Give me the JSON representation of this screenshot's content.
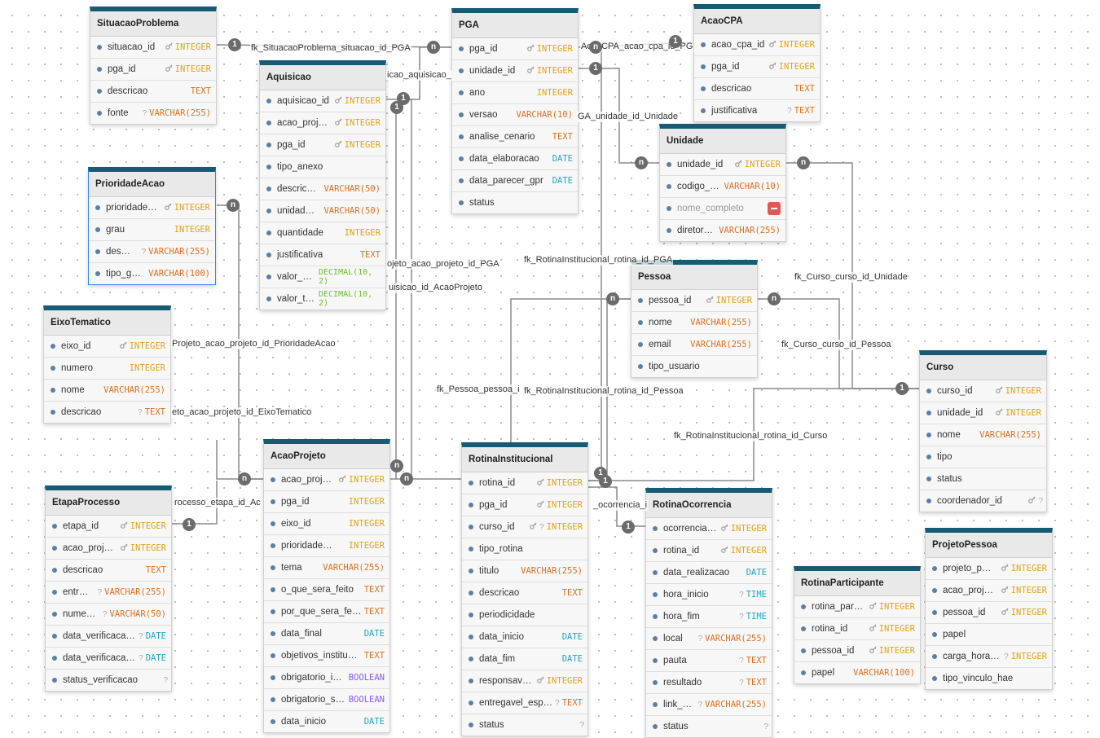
{
  "tables": [
    {
      "name": "SituacaoProblema",
      "fields": [
        {
          "name": "situacao_id",
          "key": true,
          "type": "INTEGER",
          "cat": "integer"
        },
        {
          "name": "pga_id",
          "key": true,
          "type": "INTEGER",
          "cat": "integer"
        },
        {
          "name": "descricao",
          "type": "TEXT",
          "cat": "text"
        },
        {
          "name": "fonte",
          "nullable": true,
          "type": "VARCHAR(255)",
          "cat": "varchar"
        }
      ]
    },
    {
      "name": "PGA",
      "fields": [
        {
          "name": "pga_id",
          "key": true,
          "type": "INTEGER",
          "cat": "integer"
        },
        {
          "name": "unidade_id",
          "key": true,
          "type": "INTEGER",
          "cat": "integer"
        },
        {
          "name": "ano",
          "type": "INTEGER",
          "cat": "integer"
        },
        {
          "name": "versao",
          "type": "VARCHAR(10)",
          "cat": "varchar"
        },
        {
          "name": "analise_cenario",
          "type": "TEXT",
          "cat": "text"
        },
        {
          "name": "data_elaboracao",
          "type": "DATE",
          "cat": "date"
        },
        {
          "name": "data_parecer_gpr",
          "type": "DATE",
          "cat": "date"
        },
        {
          "name": "status",
          "type": "",
          "cat": "none"
        }
      ]
    },
    {
      "name": "AcaoCPA",
      "fields": [
        {
          "name": "acao_cpa_id",
          "key": true,
          "type": "INTEGER",
          "cat": "integer"
        },
        {
          "name": "pga_id",
          "key": true,
          "type": "INTEGER",
          "cat": "integer"
        },
        {
          "name": "descricao",
          "type": "TEXT",
          "cat": "text"
        },
        {
          "name": "justificativa",
          "nullable": true,
          "type": "TEXT",
          "cat": "text"
        }
      ]
    },
    {
      "name": "Aquisicao",
      "fields": [
        {
          "name": "aquisicao_id",
          "key": true,
          "type": "INTEGER",
          "cat": "integer"
        },
        {
          "name": "acao_proj…",
          "key": true,
          "type": "INTEGER",
          "cat": "integer"
        },
        {
          "name": "pga_id",
          "key": true,
          "type": "INTEGER",
          "cat": "integer"
        },
        {
          "name": "tipo_anexo",
          "type": "",
          "cat": "none"
        },
        {
          "name": "descric…",
          "type": "VARCHAR(50)",
          "cat": "varchar"
        },
        {
          "name": "unidad…",
          "type": "VARCHAR(50)",
          "cat": "varchar"
        },
        {
          "name": "quantidade",
          "type": "INTEGER",
          "cat": "integer"
        },
        {
          "name": "justificativa",
          "type": "TEXT",
          "cat": "text"
        },
        {
          "name": "valor_u…",
          "type": "DECIMAL(10, 2)",
          "cat": "decimal"
        },
        {
          "name": "valor_t…",
          "type": "DECIMAL(10, 2)",
          "cat": "decimal"
        }
      ]
    },
    {
      "name": "Unidade",
      "fields": [
        {
          "name": "unidade_id",
          "key": true,
          "type": "INTEGER",
          "cat": "integer"
        },
        {
          "name": "codigo_…",
          "type": "VARCHAR(10)",
          "cat": "varchar"
        },
        {
          "name": "nome_completo",
          "type": "",
          "cat": "delete",
          "dim": true
        },
        {
          "name": "diretor…",
          "type": "VARCHAR(255)",
          "cat": "varchar"
        }
      ]
    },
    {
      "name": "PrioridadeAcao",
      "selected": true,
      "fields": [
        {
          "name": "prioridade…",
          "key": true,
          "type": "INTEGER",
          "cat": "integer"
        },
        {
          "name": "grau",
          "type": "INTEGER",
          "cat": "integer"
        },
        {
          "name": "des…",
          "nullable": true,
          "type": "VARCHAR(255)",
          "cat": "varchar"
        },
        {
          "name": "tipo_g…",
          "type": "VARCHAR(100)",
          "cat": "varchar"
        }
      ]
    },
    {
      "name": "Pessoa",
      "fields": [
        {
          "name": "pessoa_id",
          "key": true,
          "type": "INTEGER",
          "cat": "integer"
        },
        {
          "name": "nome",
          "type": "VARCHAR(255)",
          "cat": "varchar"
        },
        {
          "name": "email",
          "type": "VARCHAR(255)",
          "cat": "varchar"
        },
        {
          "name": "tipo_usuario",
          "type": "",
          "cat": "none"
        }
      ]
    },
    {
      "name": "EixoTematico",
      "fields": [
        {
          "name": "eixo_id",
          "key": true,
          "type": "INTEGER",
          "cat": "integer"
        },
        {
          "name": "numero",
          "type": "INTEGER",
          "cat": "integer"
        },
        {
          "name": "nome",
          "type": "VARCHAR(255)",
          "cat": "varchar"
        },
        {
          "name": "descricao",
          "nullable": true,
          "type": "TEXT",
          "cat": "text"
        }
      ]
    },
    {
      "name": "Curso",
      "fields": [
        {
          "name": "curso_id",
          "key": true,
          "type": "INTEGER",
          "cat": "integer"
        },
        {
          "name": "unidade_id",
          "key": true,
          "type": "INTEGER",
          "cat": "integer"
        },
        {
          "name": "nome",
          "type": "VARCHAR(255)",
          "cat": "varchar"
        },
        {
          "name": "tipo",
          "type": "",
          "cat": "none"
        },
        {
          "name": "status",
          "type": "",
          "cat": "none"
        },
        {
          "name": "coordenador_id",
          "key": true,
          "nullable": true,
          "type": "",
          "cat": "none"
        }
      ]
    },
    {
      "name": "AcaoProjeto",
      "fields": [
        {
          "name": "acao_proj…",
          "key": true,
          "type": "INTEGER",
          "cat": "integer"
        },
        {
          "name": "pga_id",
          "type": "INTEGER",
          "cat": "integer"
        },
        {
          "name": "eixo_id",
          "type": "INTEGER",
          "cat": "integer"
        },
        {
          "name": "prioridade…",
          "type": "INTEGER",
          "cat": "integer"
        },
        {
          "name": "tema",
          "type": "VARCHAR(255)",
          "cat": "varchar"
        },
        {
          "name": "o_que_sera_feito",
          "type": "TEXT",
          "cat": "text"
        },
        {
          "name": "por_que_sera_feito",
          "type": "TEXT",
          "cat": "text"
        },
        {
          "name": "data_final",
          "type": "DATE",
          "cat": "date"
        },
        {
          "name": "objetivos_institucio…",
          "type": "TEXT",
          "cat": "text"
        },
        {
          "name": "obrigatorio_i…",
          "type": "BOOLEAN",
          "cat": "boolean"
        },
        {
          "name": "obrigatorio_s…",
          "type": "BOOLEAN",
          "cat": "boolean"
        },
        {
          "name": "data_inicio",
          "type": "DATE",
          "cat": "date"
        }
      ]
    },
    {
      "name": "RotinaInstitucional",
      "fields": [
        {
          "name": "rotina_id",
          "key": true,
          "type": "INTEGER",
          "cat": "integer"
        },
        {
          "name": "pga_id",
          "key": true,
          "type": "INTEGER",
          "cat": "integer"
        },
        {
          "name": "curso_id",
          "key": true,
          "nullable": true,
          "type": "INTEGER",
          "cat": "integer"
        },
        {
          "name": "tipo_rotina",
          "type": "",
          "cat": "none"
        },
        {
          "name": "titulo",
          "type": "VARCHAR(255)",
          "cat": "varchar"
        },
        {
          "name": "descricao",
          "type": "TEXT",
          "cat": "text"
        },
        {
          "name": "periodicidade",
          "type": "",
          "cat": "none"
        },
        {
          "name": "data_inicio",
          "type": "DATE",
          "cat": "date"
        },
        {
          "name": "data_fim",
          "type": "DATE",
          "cat": "date"
        },
        {
          "name": "responsav…",
          "key": true,
          "type": "INTEGER",
          "cat": "integer"
        },
        {
          "name": "entregavel_esp…",
          "nullable": true,
          "type": "TEXT",
          "cat": "text"
        },
        {
          "name": "status",
          "nullable": true,
          "type": "",
          "cat": "none"
        }
      ]
    },
    {
      "name": "RotinaOcorrencia",
      "fields": [
        {
          "name": "ocorrencia…",
          "key": true,
          "type": "INTEGER",
          "cat": "integer"
        },
        {
          "name": "rotina_id",
          "key": true,
          "type": "INTEGER",
          "cat": "integer"
        },
        {
          "name": "data_realizacao",
          "type": "DATE",
          "cat": "date"
        },
        {
          "name": "hora_inicio",
          "nullable": true,
          "type": "TIME",
          "cat": "time"
        },
        {
          "name": "hora_fim",
          "nullable": true,
          "type": "TIME",
          "cat": "time"
        },
        {
          "name": "local",
          "nullable": true,
          "type": "VARCHAR(255)",
          "cat": "varchar"
        },
        {
          "name": "pauta",
          "nullable": true,
          "type": "TEXT",
          "cat": "text"
        },
        {
          "name": "resultado",
          "nullable": true,
          "type": "TEXT",
          "cat": "text"
        },
        {
          "name": "link_…",
          "nullable": true,
          "type": "VARCHAR(255)",
          "cat": "varchar"
        },
        {
          "name": "status",
          "nullable": true,
          "type": "",
          "cat": "none"
        }
      ]
    },
    {
      "name": "EtapaProcesso",
      "fields": [
        {
          "name": "etapa_id",
          "key": true,
          "type": "INTEGER",
          "cat": "integer"
        },
        {
          "name": "acao_proj…",
          "key": true,
          "type": "INTEGER",
          "cat": "integer"
        },
        {
          "name": "descricao",
          "type": "TEXT",
          "cat": "text"
        },
        {
          "name": "entr…",
          "nullable": true,
          "type": "VARCHAR(255)",
          "cat": "varchar"
        },
        {
          "name": "nume…",
          "nullable": true,
          "type": "VARCHAR(50)",
          "cat": "varchar"
        },
        {
          "name": "data_verificaca…",
          "nullable": true,
          "type": "DATE",
          "cat": "date"
        },
        {
          "name": "data_verificaca…",
          "nullable": true,
          "type": "DATE",
          "cat": "date"
        },
        {
          "name": "status_verificacao",
          "nullable": true,
          "type": "",
          "cat": "none"
        }
      ]
    },
    {
      "name": "RotinaParticipante",
      "fields": [
        {
          "name": "rotina_par…",
          "key": true,
          "type": "INTEGER",
          "cat": "integer"
        },
        {
          "name": "rotina_id",
          "key": true,
          "type": "INTEGER",
          "cat": "integer"
        },
        {
          "name": "pessoa_id",
          "key": true,
          "type": "INTEGER",
          "cat": "integer"
        },
        {
          "name": "papel",
          "type": "VARCHAR(100)",
          "cat": "varchar"
        }
      ]
    },
    {
      "name": "ProjetoPessoa",
      "fields": [
        {
          "name": "projeto_p…",
          "key": true,
          "type": "INTEGER",
          "cat": "integer"
        },
        {
          "name": "acao_proj…",
          "key": true,
          "type": "INTEGER",
          "cat": "integer"
        },
        {
          "name": "pessoa_id",
          "key": true,
          "type": "INTEGER",
          "cat": "integer"
        },
        {
          "name": "papel",
          "type": "",
          "cat": "none"
        },
        {
          "name": "carga_hora…",
          "nullable": true,
          "type": "INTEGER",
          "cat": "integer"
        },
        {
          "name": "tipo_vinculo_hae",
          "type": "",
          "cat": "none"
        }
      ]
    }
  ],
  "edge_labels": [
    "fk_SituacaoProblema_situacao_id_PGA",
    "icao_aquisicao_",
    "AcaoCPA_acao_cpa_id_PG",
    "GA_unidade_id_Unidade",
    "ojeto_acao_projeto_id_PGA",
    "uisicao_id_AcaoProjeto",
    "fk_RotinaInstitucional_rotina_id_PGA",
    "fk_Curso_curso_id_Unidade",
    "fk_Curso_curso_id_Pessoa",
    "Projeto_acao_projeto_id_PrioridadeAcao",
    "eto_acao_projeto_id_EixoTematico",
    "fk_Pessoa_pessoa_i",
    "fk_RotinaInstitucional_rotina_id_Pessoa",
    "fk_RotinaInstitucional_rotina_id_Curso",
    "rocesso_etapa_id_Ac",
    "_ocorrencia_i"
  ],
  "cardinality": {
    "one": "1",
    "many": "n"
  },
  "type_colors": {
    "integer": "#e0a317",
    "text": "#e0701f",
    "varchar": "#e0701f",
    "date": "#21a6c9",
    "time": "#21a6c9",
    "boolean": "#8b5cf6",
    "decimal": "#6cbd2a",
    "none": "#999999"
  },
  "icons": {
    "key": "key-icon",
    "nullable": "nullable-icon",
    "delete": "delete-icon"
  }
}
